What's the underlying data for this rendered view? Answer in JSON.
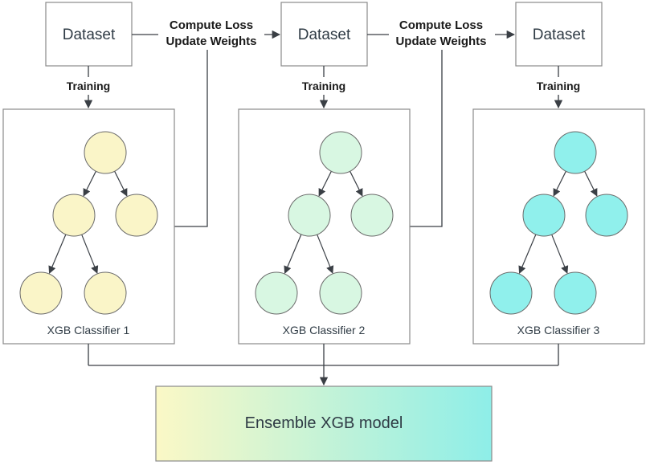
{
  "datasets": [
    {
      "label": "Dataset"
    },
    {
      "label": "Dataset"
    },
    {
      "label": "Dataset"
    }
  ],
  "training_label": "Training",
  "transitions": [
    {
      "line1": "Compute Loss",
      "line2": "Update Weights"
    },
    {
      "line1": "Compute Loss",
      "line2": "Update Weights"
    }
  ],
  "classifiers": [
    {
      "label": "XGB Classifier 1",
      "node_color": "#faf5c8"
    },
    {
      "label": "XGB Classifier 2",
      "node_color": "#d8f7e2"
    },
    {
      "label": "XGB Classifier 3",
      "node_color": "#90f0ec"
    }
  ],
  "ensemble": {
    "label": "Ensemble XGB model",
    "gradient_start": "#fbf8c6",
    "gradient_end": "#8eeee8"
  },
  "colors": {
    "line": "#3a3f45",
    "border": "#8a8a8a"
  }
}
